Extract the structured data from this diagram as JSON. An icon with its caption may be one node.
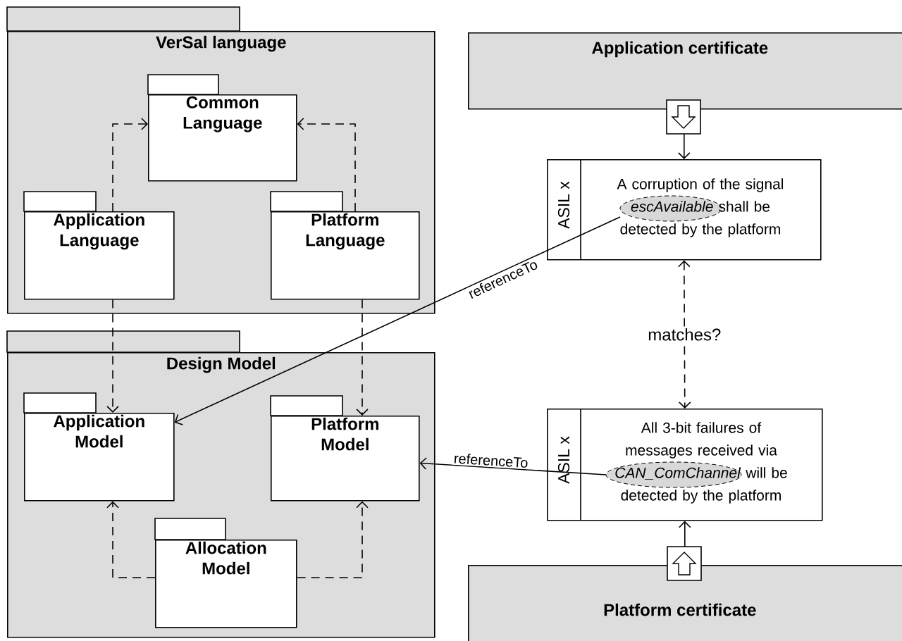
{
  "diagram": {
    "nodes": [
      {
        "text": [
          "VerSal language"
        ]
      },
      {
        "text": [
          "Common Language"
        ],
        "in": 0
      },
      {
        "text": [
          "Application Language"
        ],
        "in": 0
      },
      {
        "text": [
          "Platform Language"
        ],
        "in": 0
      },
      {
        "text": [
          "Design Model"
        ]
      },
      {
        "text": [
          "Application Model"
        ],
        "in": 4
      },
      {
        "text": [
          "Platform Model"
        ],
        "in": 4
      },
      {
        "text": [
          "Allocation Model"
        ],
        "in": 4
      },
      {
        "text": [
          "Application certificate"
        ]
      },
      {
        "text": [
          "ASIL x",
          "A corruption of the signal *escAvailable* shall be detected by the platform"
        ]
      },
      {
        "text": [
          "ASIL x",
          "All 3-bit failures of messages received via *CAN_ComChannel* will be detected by the platform"
        ]
      },
      {
        "text": [
          "Platform certificate"
        ]
      }
    ],
    "edges": [
      {
        "from": 2,
        "to": 1,
        "arrow": "to",
        "style": "dashed"
      },
      {
        "from": 3,
        "to": 1,
        "arrow": "to",
        "style": "dashed"
      },
      {
        "from": 2,
        "to": 5,
        "arrow": "to",
        "style": "dashed"
      },
      {
        "from": 3,
        "to": 6,
        "arrow": "to",
        "style": "dashed"
      },
      {
        "from": 7,
        "to": 5,
        "arrow": "to",
        "style": "dashed"
      },
      {
        "from": 7,
        "to": 6,
        "arrow": "to",
        "style": "dashed"
      },
      {
        "from": 9,
        "to": 5,
        "arrow": "to",
        "label": "referenceTo"
      },
      {
        "from": 10,
        "to": 6,
        "arrow": "to",
        "label": "referenceTo"
      },
      {
        "from": 8,
        "to": 9,
        "arrow": "to"
      },
      {
        "from": 11,
        "to": 10,
        "arrow": "to"
      },
      {
        "from": 9,
        "to": 10,
        "arrow": "both",
        "style": "dashed",
        "label": "matches?"
      }
    ]
  }
}
